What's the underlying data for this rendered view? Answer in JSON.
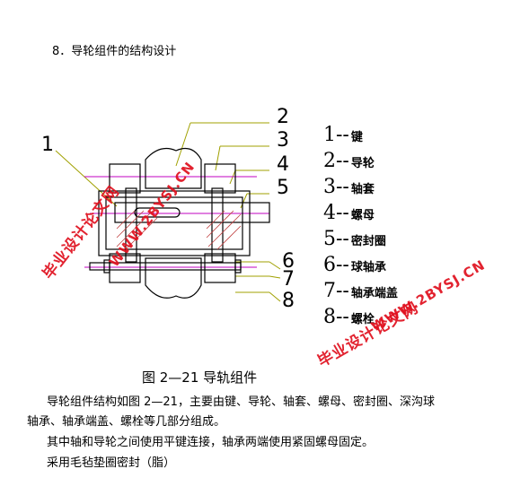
{
  "heading": "8．导轮组件的结构设计",
  "drawing": {
    "callouts": [
      "1",
      "2",
      "3",
      "4",
      "5",
      "6",
      "7",
      "8"
    ]
  },
  "legend": [
    {
      "num": "1",
      "sep": "--",
      "name": "键"
    },
    {
      "num": "2",
      "sep": "--",
      "name": "导轮"
    },
    {
      "num": "3",
      "sep": "--",
      "name": "轴套"
    },
    {
      "num": "4",
      "sep": "--",
      "name": "螺母"
    },
    {
      "num": "5",
      "sep": "--",
      "name": "密封圈"
    },
    {
      "num": "6",
      "sep": "--",
      "name": "球轴承"
    },
    {
      "num": "7",
      "sep": "--",
      "name": "轴承端盖"
    },
    {
      "num": "8",
      "sep": "--",
      "name": "螺栓"
    }
  ],
  "watermarks": [
    "毕业设计论文网",
    "WWW.2BYSJ.CN"
  ],
  "caption": "图 2—21 导轨组件",
  "paragraphs": [
    "导轮组件结构如图 2—21，主要由键、导轮、轴套、螺母、密封圈、深沟球",
    "轴承、轴承端盖、螺栓等几部分组成。",
    "其中轴和导轮之间使用平键连接，轴承两端使用紧固螺母固定。",
    "采用毛毡垫圈密封（脂）"
  ],
  "colors": {
    "drawing_line": "#000000",
    "leader_line": "#a0a000",
    "center_line": "#c000c0",
    "hatch": "#c04040",
    "watermark": "#e0101e"
  }
}
